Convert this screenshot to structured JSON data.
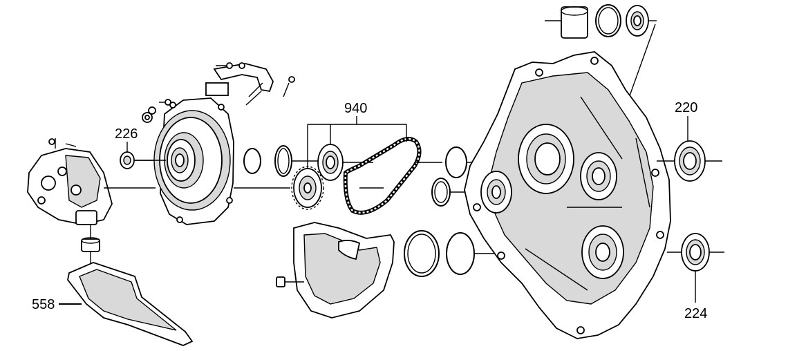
{
  "callouts": {
    "c940": "940",
    "c226": "226",
    "c220": "220",
    "c558": "558",
    "c224": "224"
  },
  "colors": {
    "ink": "#000000",
    "background": "#ffffff",
    "shade": "#d9d9d9"
  }
}
